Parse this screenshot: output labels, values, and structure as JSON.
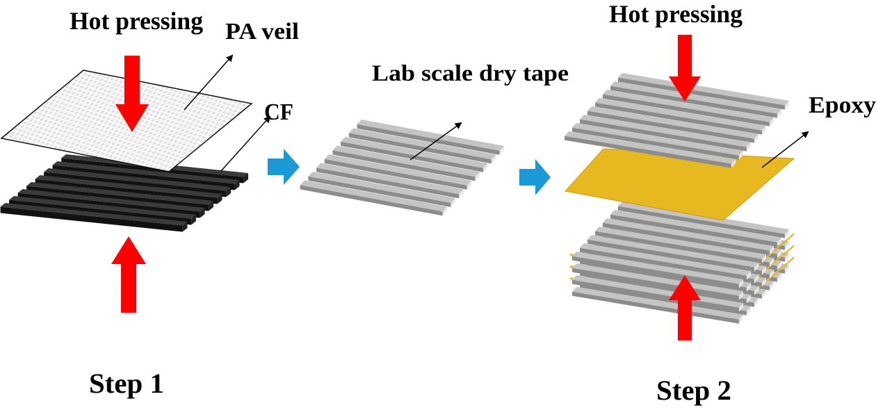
{
  "labels": {
    "hot_pressing_1": "Hot pressing",
    "pa_veil": "PA veil",
    "cf": "CF",
    "lab_tape": "Lab scale dry tape",
    "hot_pressing_2": "Hot pressing",
    "epoxy": "Epoxy",
    "step1": "Step 1",
    "step2": "Step 2"
  },
  "colors": {
    "press_arrow": "#ff0000",
    "flow_arrow": "#1a9ad6",
    "carbon_fiber": "#1a1a1a",
    "dry_tape": "#b8b8b8",
    "epoxy": "#e8b820",
    "veil": "#f2f2f2"
  }
}
